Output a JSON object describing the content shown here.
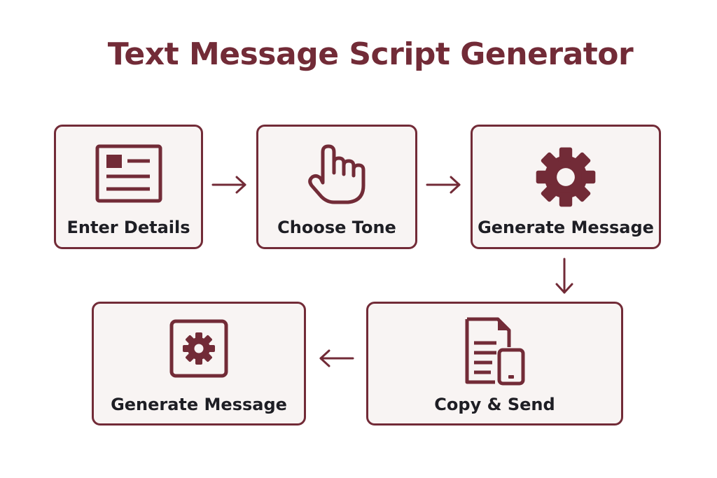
{
  "title": "Text Message Script Generator",
  "colors": {
    "accent": "#722b37",
    "box_fill": "#f8f4f3",
    "label_text": "#1e1e24"
  },
  "steps": [
    {
      "label": "Enter Details",
      "icon": "form-icon"
    },
    {
      "label": "Choose Tone",
      "icon": "pointing-hand-icon"
    },
    {
      "label": "Generate Message",
      "icon": "gear-icon"
    },
    {
      "label": "Copy & Send",
      "icon": "document-phone-icon"
    },
    {
      "label": "Generate Message",
      "icon": "gear-box-icon"
    }
  ]
}
